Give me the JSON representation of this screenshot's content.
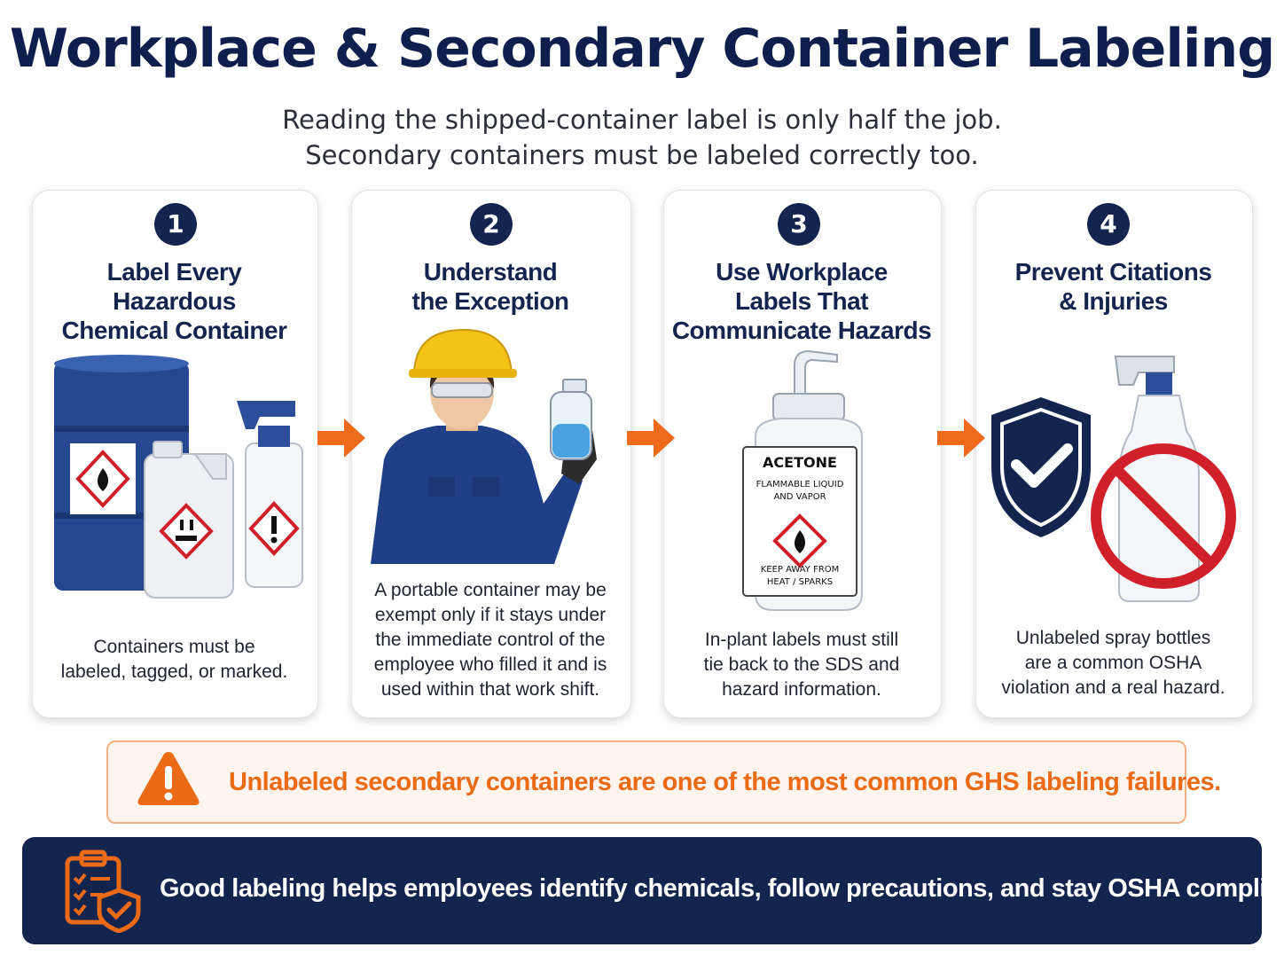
{
  "title": "Workplace & Secondary Container Labeling",
  "subtitle": {
    "line1": "Reading the shipped-container label is only half the job.",
    "line2": "Secondary containers must be labeled correctly too."
  },
  "steps": [
    {
      "number": "1",
      "heading": [
        "Label Every",
        "Hazardous",
        "Chemical Container"
      ],
      "text": [
        "Containers must be",
        "labeled, tagged, or marked."
      ]
    },
    {
      "number": "2",
      "heading": [
        "Understand",
        "the Exception"
      ],
      "text": [
        "A portable container may be",
        "exempt only if it stays under",
        "the immediate control of the",
        "employee who filled it and is",
        "used within that work shift."
      ]
    },
    {
      "number": "3",
      "heading": [
        "Use Workplace",
        "Labels That",
        "Communicate Hazards"
      ],
      "text": [
        "In-plant labels must still",
        "tie back to the SDS and",
        "hazard information."
      ],
      "bottle_label": {
        "name": "ACETONE",
        "hazard": [
          "FLAMMABLE LIQUID",
          "AND VAPOR"
        ],
        "precaution": [
          "KEEP AWAY FROM",
          "HEAT / SPARKS"
        ]
      }
    },
    {
      "number": "4",
      "heading": [
        "Prevent Citations",
        "& Injuries"
      ],
      "text": [
        "Unlabeled spray bottles",
        "are a common OSHA",
        "violation and a real hazard."
      ]
    }
  ],
  "warning": "Unlabeled secondary containers are one of the most common GHS labeling failures.",
  "banner": "Good labeling helps employees identify chemicals, follow precautions, and stay OSHA compliant.",
  "icons": [
    "flame-pictogram-icon",
    "corrosion-pictogram-icon",
    "exclamation-pictogram-icon",
    "arrow-right-icon",
    "shield-check-icon",
    "prohibition-icon",
    "warning-triangle-icon",
    "clipboard-shield-icon"
  ],
  "colors": {
    "navy": "#13244f",
    "accent_orange": "#ea6a16",
    "ghs_red": "#d0202a",
    "warning_bg": "#fff5ee"
  }
}
